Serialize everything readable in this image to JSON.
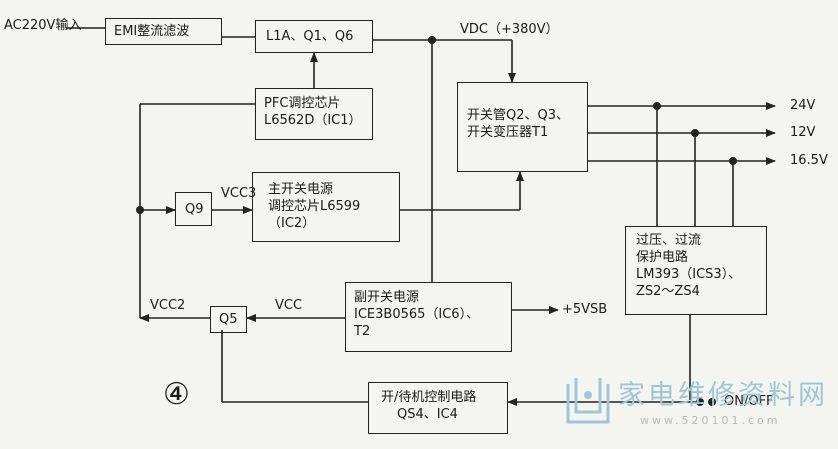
{
  "inputs": {
    "ac_input": "AC220V输入",
    "on_off": "ON/OFF"
  },
  "blocks": {
    "emi": "EMI整流滤波",
    "pfc_stage": "L1A、Q1、Q6",
    "pfc_ic": [
      "PFC调控芯片",
      "L6562D（IC1）"
    ],
    "switch": [
      "开关管Q2、Q3、",
      "开关变压器T1"
    ],
    "main_pwm": [
      "主开关电源",
      "调控芯片L6599",
      "（IC2）"
    ],
    "q9": "Q9",
    "q5": "Q5",
    "protection": [
      "过压、过流",
      "保护电路",
      "LM393（ICS3）、",
      "ZS2～ZS4"
    ],
    "aux": [
      "副开关电源",
      "ICE3B0565（IC6）、",
      "T2"
    ],
    "standby": [
      "开/待机控制电路",
      "QS4、IC4"
    ]
  },
  "signals": {
    "vdc": "VDC（+380V）",
    "vcc3": "VCC3",
    "vcc2": "VCC2",
    "vcc": "VCC",
    "v5sb": "+5VSB"
  },
  "outputs": [
    "24V",
    "12V",
    "16.5V"
  ],
  "figure_number": "④",
  "watermark": {
    "text": "家电维修资料网",
    "url": "www.520101.com"
  }
}
